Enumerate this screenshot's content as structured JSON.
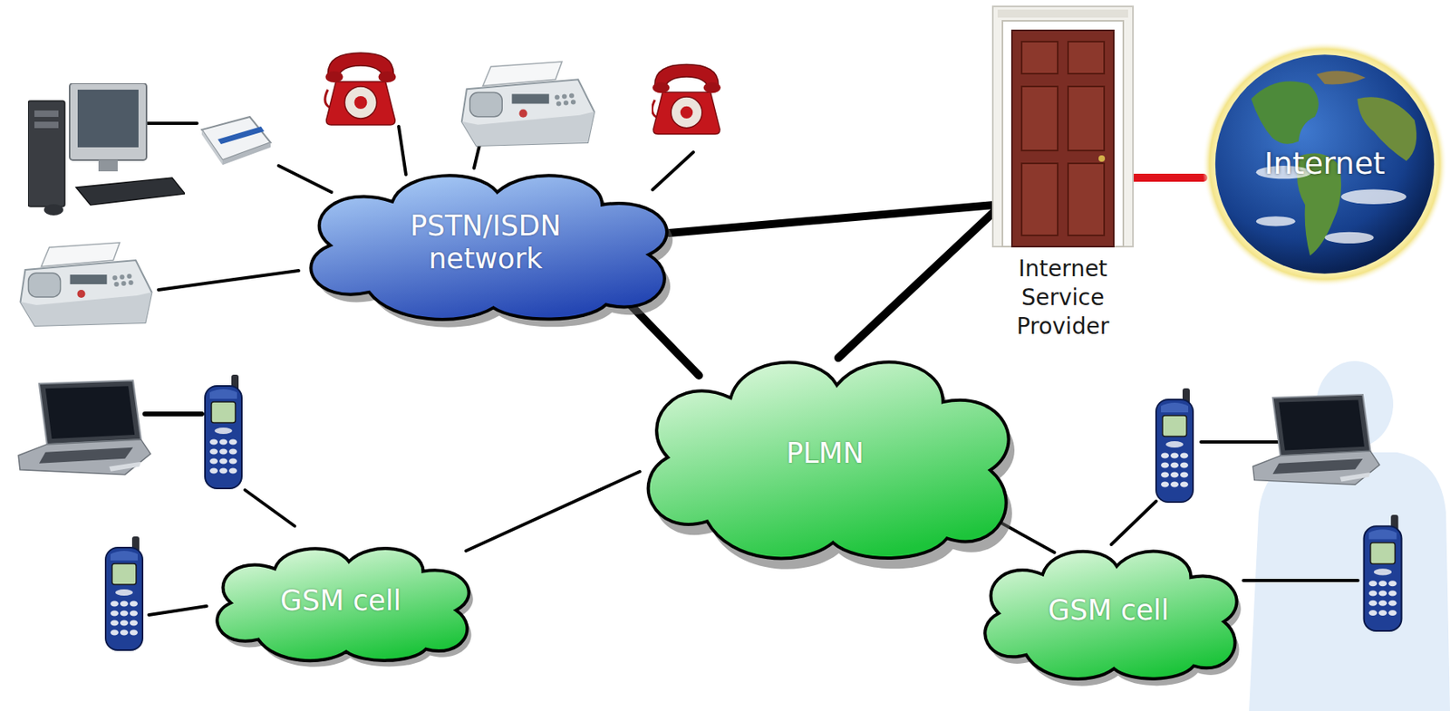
{
  "diagram": {
    "nodes": [
      {
        "text": [
          "PSTN/ISDN network"
        ]
      },
      {
        "text": [
          "Internet Service Provider"
        ]
      },
      {
        "text": [
          "Internet"
        ]
      },
      {
        "text": [
          "PLMN"
        ]
      },
      {
        "text": [
          "GSM cell"
        ]
      },
      {
        "text": [
          "GSM cell"
        ]
      }
    ],
    "edges": [
      {
        "from": 0,
        "to": 1,
        "arrow": "none"
      },
      {
        "from": 0,
        "to": 3,
        "arrow": "none"
      },
      {
        "from": 3,
        "to": 1,
        "arrow": "none"
      },
      {
        "from": 1,
        "to": 2,
        "arrow": "none"
      },
      {
        "from": 3,
        "to": 4,
        "arrow": "none"
      },
      {
        "from": 3,
        "to": 5,
        "arrow": "none"
      }
    ]
  }
}
